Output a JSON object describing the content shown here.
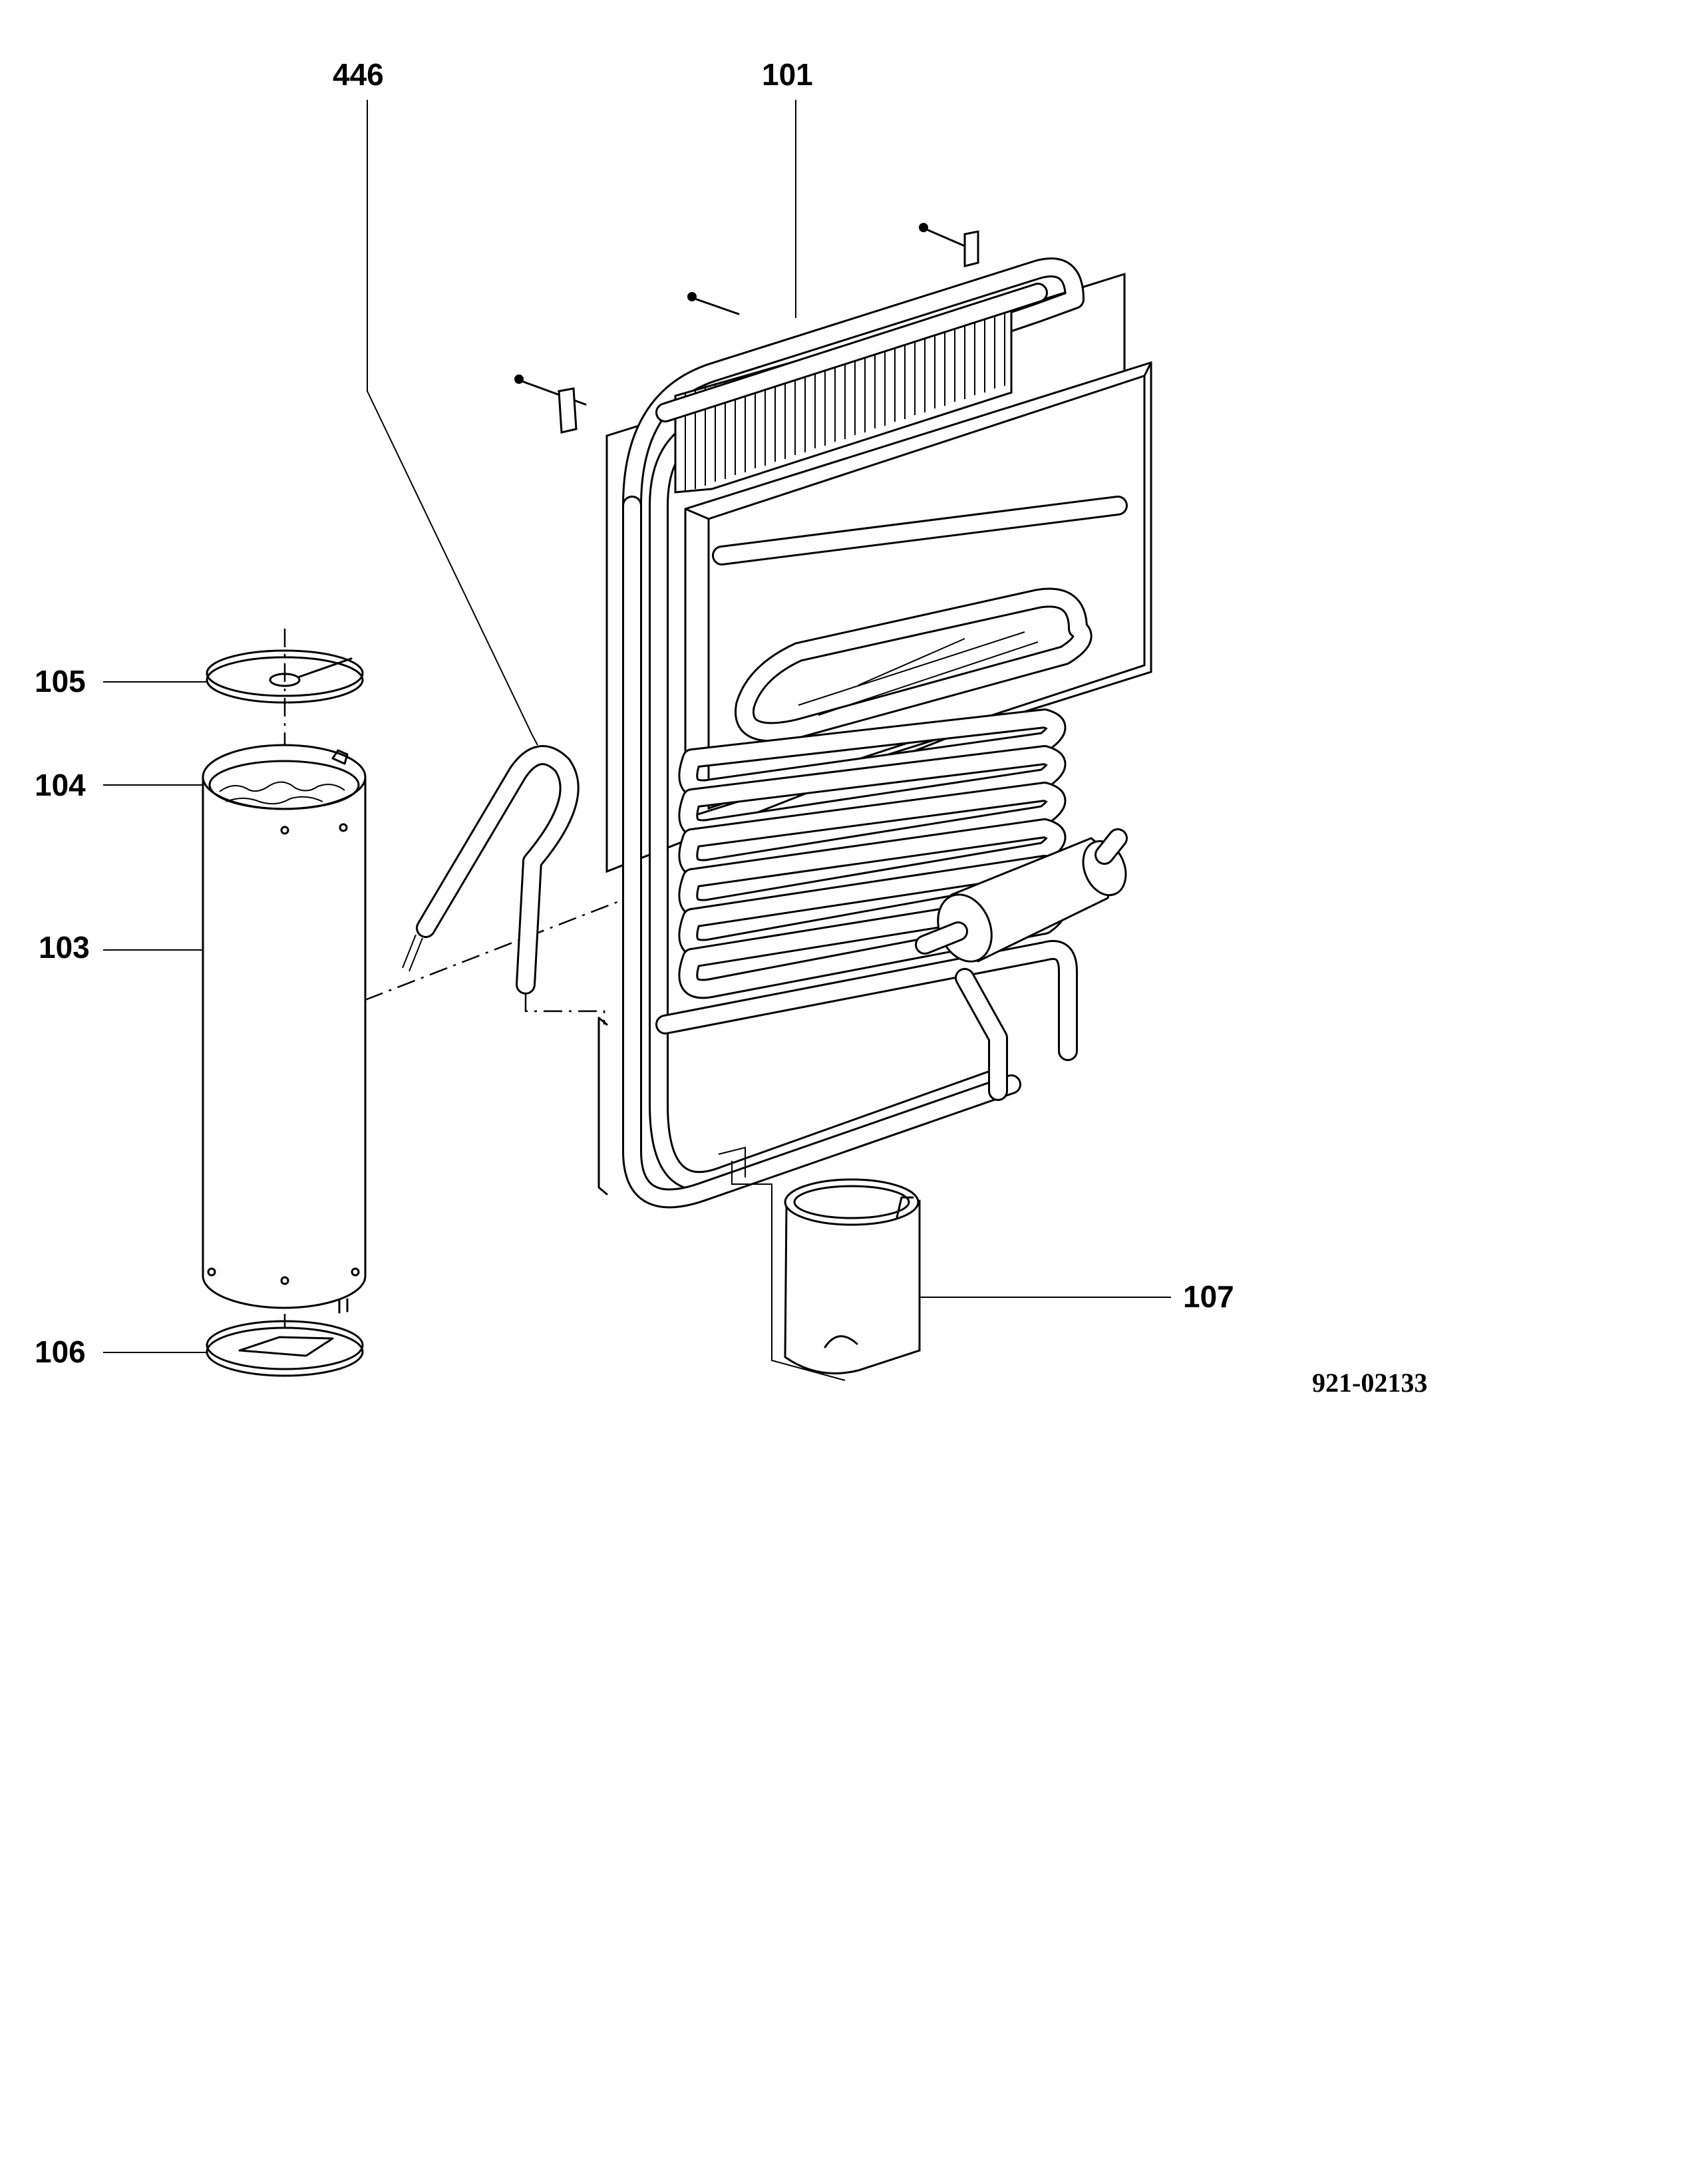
{
  "callouts": [
    {
      "id": "446",
      "label": "446"
    },
    {
      "id": "101",
      "label": "101"
    },
    {
      "id": "105",
      "label": "105"
    },
    {
      "id": "104",
      "label": "104"
    },
    {
      "id": "103",
      "label": "103"
    },
    {
      "id": "106",
      "label": "106"
    },
    {
      "id": "107",
      "label": "107"
    }
  ],
  "drawing_number": "921-02133"
}
